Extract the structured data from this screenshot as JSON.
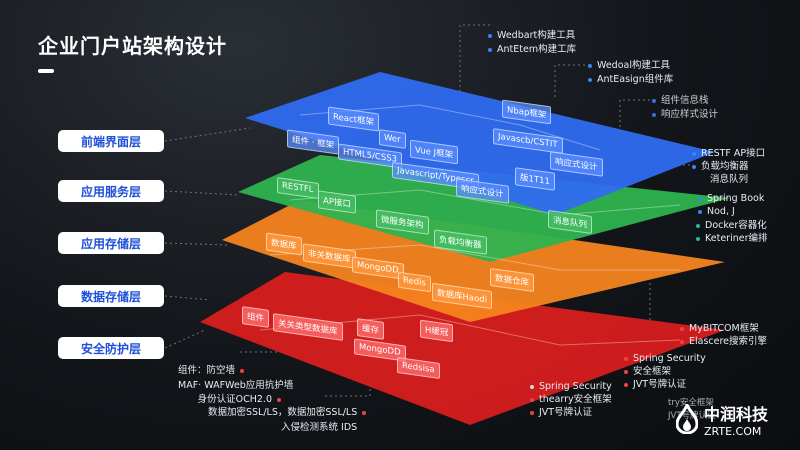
{
  "title": "企业门户站架构设计",
  "layers": [
    {
      "label": "前端界面层",
      "color": "#2f6bf0"
    },
    {
      "label": "应用服务层",
      "color": "#2fb34f"
    },
    {
      "label": "应用存储层",
      "color": "#f5841f"
    },
    {
      "label": "数据存储层",
      "color": "#f5841f"
    },
    {
      "label": "安全防护层",
      "color": "#e82727"
    }
  ],
  "blocks": {
    "frontend": [
      "React框架",
      "组件 · 框架",
      "Wer",
      "Vue J框架",
      "HTML5/CSS3",
      "Javascript/Typescr",
      "响应式设计",
      "Nbap框架",
      "Javascb/CSTIT",
      "响应式设计",
      "版1T11"
    ],
    "service": [
      "RESTFL",
      "AP接口",
      "微服务架构",
      "负载均衡器",
      "消息队列"
    ],
    "storage": [
      "数据库",
      "非关数据库",
      "MongoDD",
      "Redis",
      "数据库Haodi",
      "数据仓库"
    ],
    "security": [
      "组件",
      "关关类型数据库",
      "缓存",
      "H缓冠",
      "MongoDD",
      "Redsisa"
    ]
  },
  "notes": {
    "top1": [
      "Wedbart构建工具",
      "AntEtem构建工库"
    ],
    "top2": [
      "Wedoal构建工具",
      "AntEasign组件库"
    ],
    "top3": [
      "组件信息栈",
      "响应样式设计"
    ],
    "right1": [
      "RESTF AP接口",
      "负载均衡器",
      "消息队列"
    ],
    "right2": [
      "Spring Book",
      "Nod, J"
    ],
    "right3": [
      "Docker容器化",
      "Keteriner编排"
    ],
    "right4": [
      "MyBITCOM框架",
      "Elascere搜索引擎"
    ],
    "right5": [
      "Spring Security",
      "安全框架",
      "JVT号牌认证"
    ],
    "bottom_mid": [
      "Spring Security",
      "thearry安全框架",
      "JVT号牌认证"
    ],
    "bottom_right": [
      "try安全框架",
      "JVT号牌认证"
    ],
    "bottom_left": [
      "组件：防空墙",
      "MAF· WAFWeb应用抗护墙",
      "身份认证OCH2.0",
      "数据加密SSL/LS，数据加密SSL/LS",
      "入侵检测系统 IDS"
    ]
  },
  "logo": {
    "cn": "中润科技",
    "en": "ZRTE.COM"
  }
}
